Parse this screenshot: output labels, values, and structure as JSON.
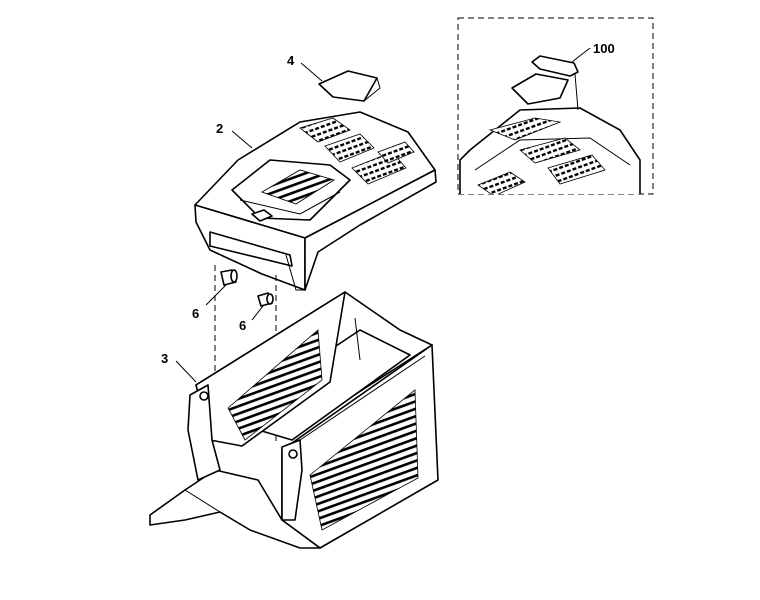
{
  "diagram": {
    "callouts": {
      "c100": "100",
      "c4": "4",
      "c2": "2",
      "c6a": "6",
      "c6b": "6",
      "c3": "3"
    }
  }
}
